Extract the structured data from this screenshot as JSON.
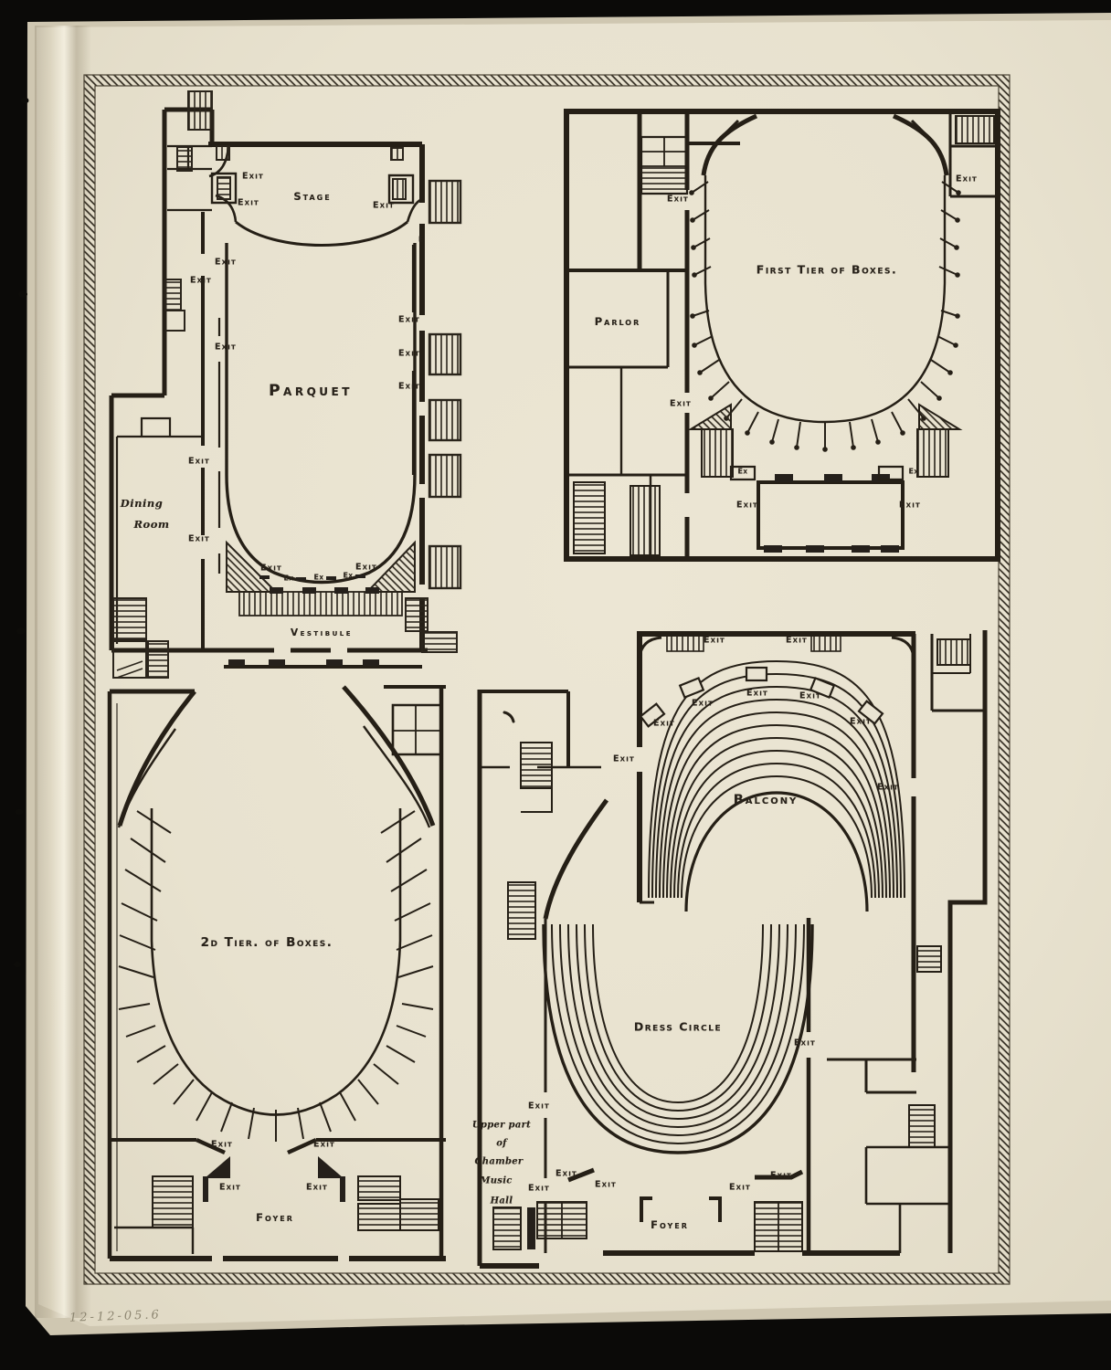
{
  "document": {
    "description": "Scanned page of theatre floor plans showing four levels",
    "handwritten_note": "12-12-05.6"
  },
  "labels": {
    "exit": "Exit",
    "ex": "Ex",
    "e": "E"
  },
  "plans": {
    "parquet_level": {
      "stage": "Stage",
      "hall": "Parquet",
      "dining_line1": "Dining",
      "dining_line2": "Room",
      "vestibule": "Vestibule"
    },
    "first_tier": {
      "title": "First Tier of Boxes.",
      "parlor": "Parlor"
    },
    "second_tier": {
      "title": "2d Tier. of Boxes.",
      "foyer": "Foyer"
    },
    "balcony_level": {
      "balcony": "Balcony",
      "dress_circle": "Dress Circle",
      "foyer": "Foyer",
      "chamber_note": [
        "Upper part",
        "of",
        "Chamber",
        "Music",
        "Hall"
      ]
    }
  }
}
